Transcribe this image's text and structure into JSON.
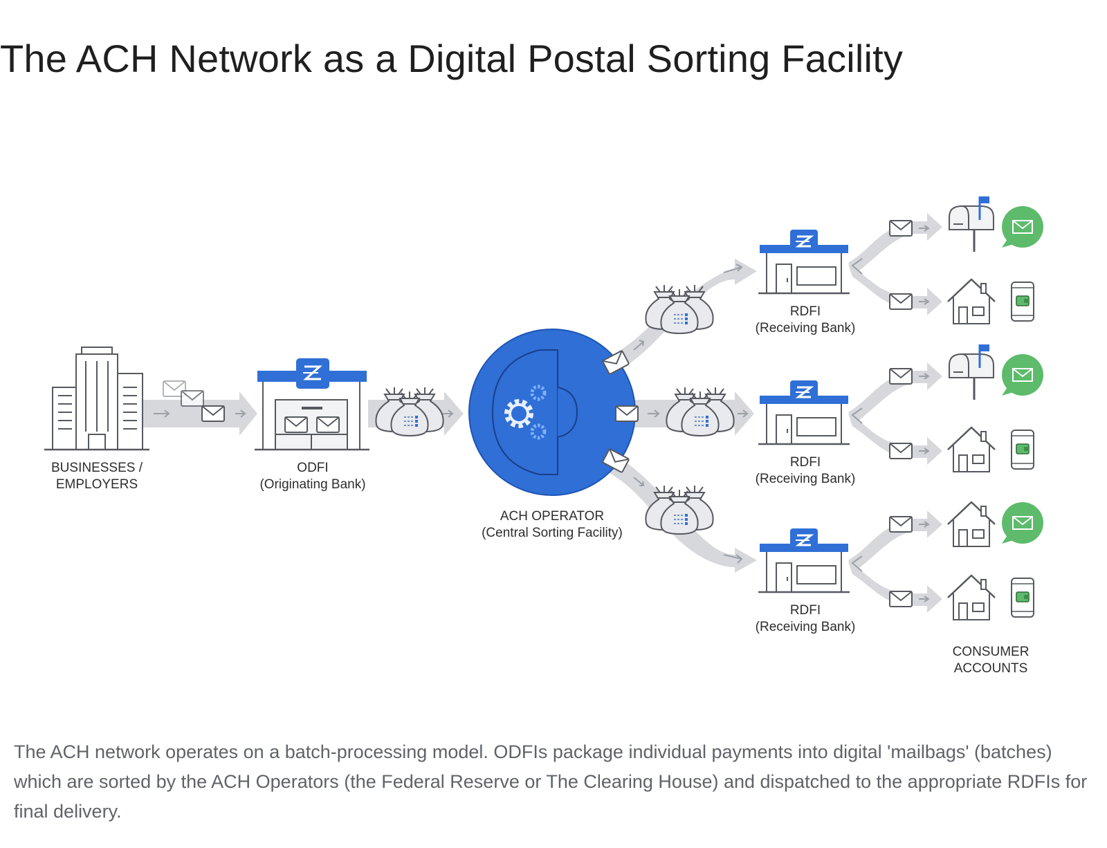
{
  "title": "The ACH Network as a Digital Postal Sorting Facility",
  "nodes": {
    "businesses": {
      "line1": "BUSINESSES /",
      "line2": "EMPLOYERS"
    },
    "odfi": {
      "line1": "ODFI",
      "line2": "(Originating Bank)"
    },
    "operator": {
      "line1": "ACH OPERATOR",
      "line2": "(Central Sorting Facility)"
    },
    "rdfi": [
      {
        "line1": "RDFI",
        "line2": "(Receiving Bank)"
      },
      {
        "line1": "RDFI",
        "line2": "(Receiving Bank)"
      },
      {
        "line1": "RDFI",
        "line2": "(Receiving Bank)"
      }
    ],
    "consumers": {
      "line1": "CONSUMER",
      "line2": "ACCOUNTS"
    }
  },
  "caption": "The ACH network operates on a batch-processing model. ODFIs package individual payments into digital 'mailbags' (batches) which are sorted by the ACH Operators (the Federal Reserve or The Clearing House) and dispatched to the appropriate RDFIs for final delivery.",
  "colors": {
    "primary_blue": "#2f6fd6",
    "arrow_gray": "#d6d8dc",
    "outline": "#55595f",
    "green": "#5dbb6b"
  },
  "icons": [
    "office-building-icon",
    "post-office-icon",
    "envelope-icon",
    "mailbag-icon",
    "gear-icon",
    "mailbox-icon",
    "house-icon",
    "phone-wallet-icon",
    "message-bubble-icon"
  ]
}
